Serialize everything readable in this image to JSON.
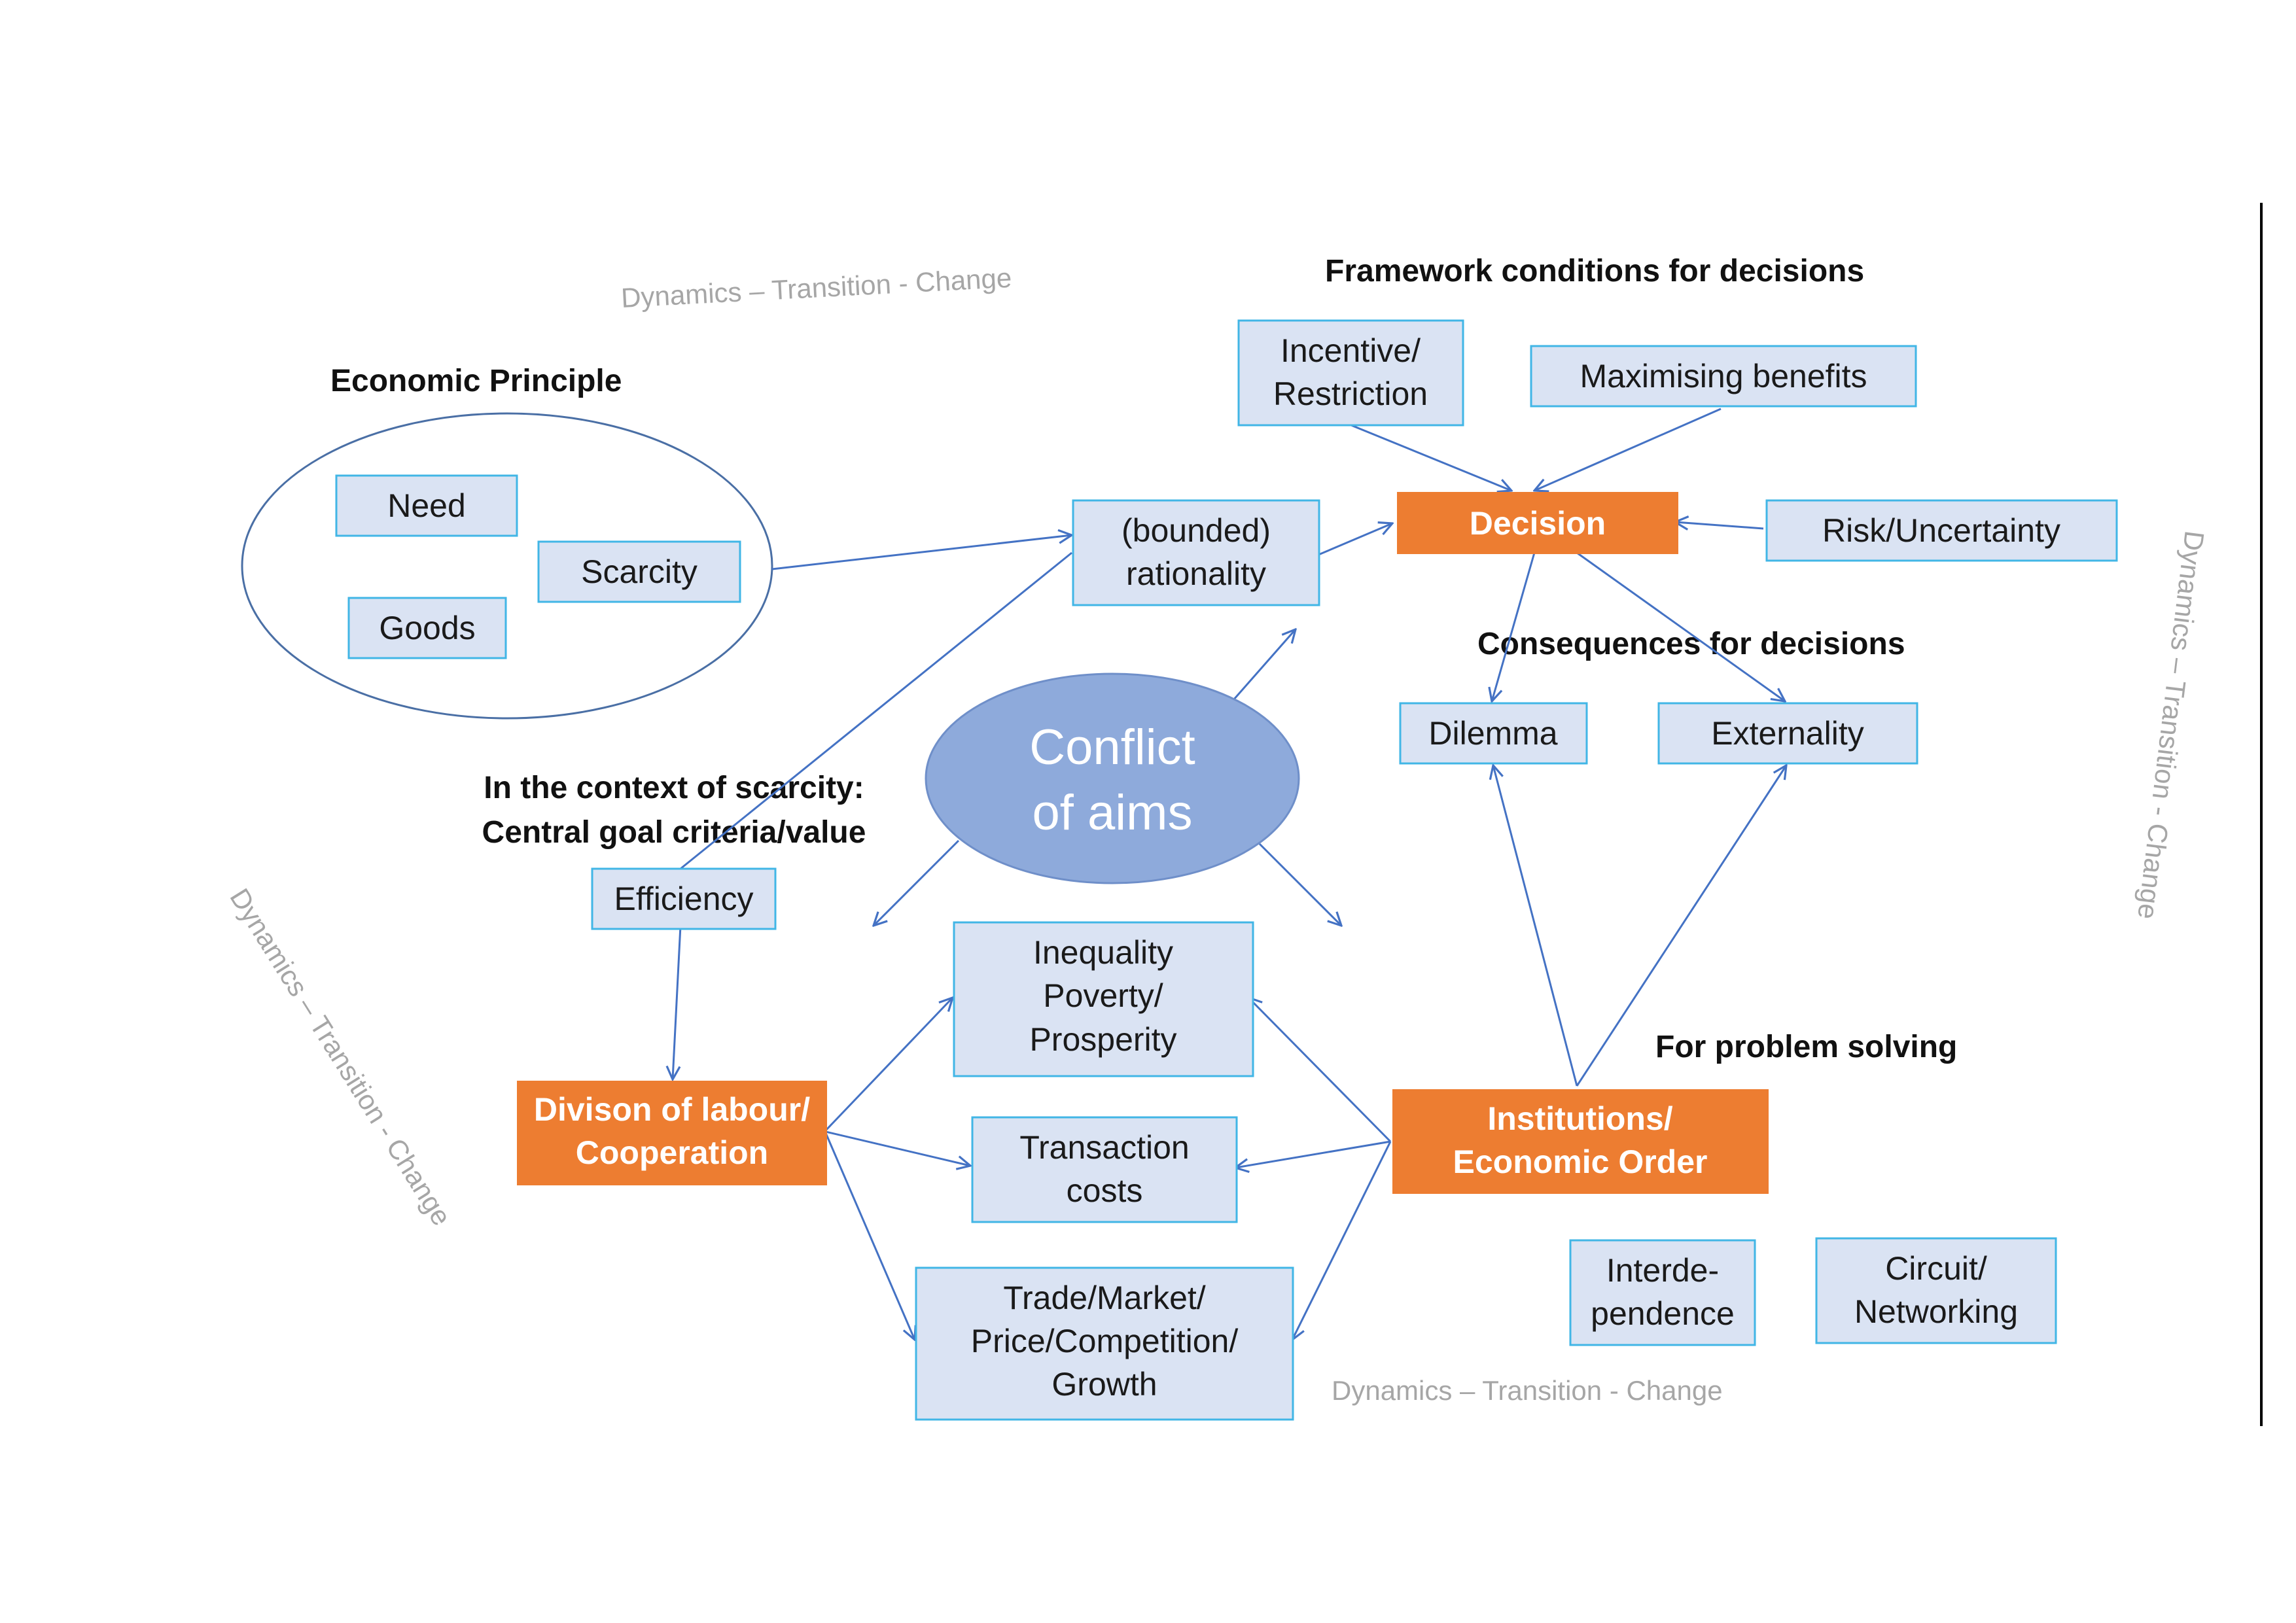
{
  "headings": {
    "economic_principle": "Economic Principle",
    "framework": "Framework conditions for decisions",
    "consequences": "Consequences for decisions",
    "context_line1": "In the context of scarcity:",
    "context_line2": "Central goal criteria/value",
    "problem_solving": "For problem solving"
  },
  "dynamics": {
    "top": "Dynamics – Transition - Change",
    "right": "Dynamics – Transition - Change",
    "left": "Dynamics – Transition - Change",
    "bottom": "Dynamics – Transition - Change"
  },
  "boxes": {
    "need": "Need",
    "scarcity": "Scarcity",
    "goods": "Goods",
    "rationality_1": "(bounded)",
    "rationality_2": "rationality",
    "incentive_1": "Incentive/",
    "incentive_2": "Restriction",
    "maximising": "Maximising benefits",
    "risk": "Risk/Uncertainty",
    "dilemma": "Dilemma",
    "externality": "Externality",
    "efficiency": "Efficiency",
    "inequality_1": "Inequality",
    "inequality_2": "Poverty/",
    "inequality_3": "Prosperity",
    "transaction_1": "Transaction",
    "transaction_2": "costs",
    "trade_1": "Trade/Market/",
    "trade_2": "Price/Competition/",
    "trade_3": "Growth",
    "interdependence_1": "Interde-",
    "interdependence_2": "pendence",
    "circuit_1": "Circuit/",
    "circuit_2": "Networking"
  },
  "orange": {
    "decision": "Decision",
    "division_1": "Divison of labour/",
    "division_2": "Cooperation",
    "institutions_1": "Institutions/",
    "institutions_2": "Economic  Order"
  },
  "conflict": {
    "line1": "Conflict",
    "line2": "of aims"
  },
  "colors": {
    "box_fill": "#dae3f3",
    "box_stroke": "#41b6e6",
    "orange": "#ed7d31",
    "conflict_fill": "#8eaadb",
    "arrow": "#4472c4"
  }
}
